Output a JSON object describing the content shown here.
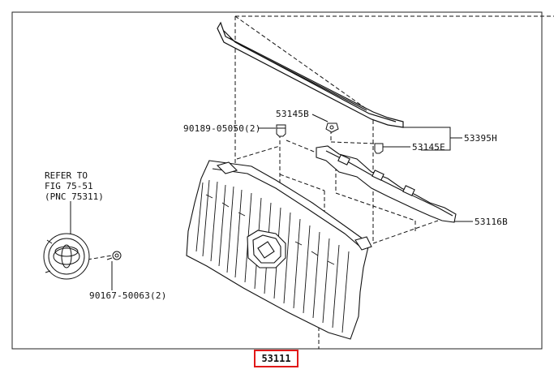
{
  "diagram": {
    "main_part_number": "53111",
    "highlight_color": "#e01818",
    "refer_note": [
      "REFER TO",
      "FIG 75-51",
      "(PNC 75311)"
    ],
    "callouts": [
      {
        "id": "53145B",
        "text": "53145B"
      },
      {
        "id": "90189",
        "text": "90189-05050(2)"
      },
      {
        "id": "53395H",
        "text": "53395H"
      },
      {
        "id": "53145E",
        "text": "53145E"
      },
      {
        "id": "53116B",
        "text": "53116B"
      },
      {
        "id": "90167",
        "text": "90167-50063(2)"
      }
    ]
  }
}
